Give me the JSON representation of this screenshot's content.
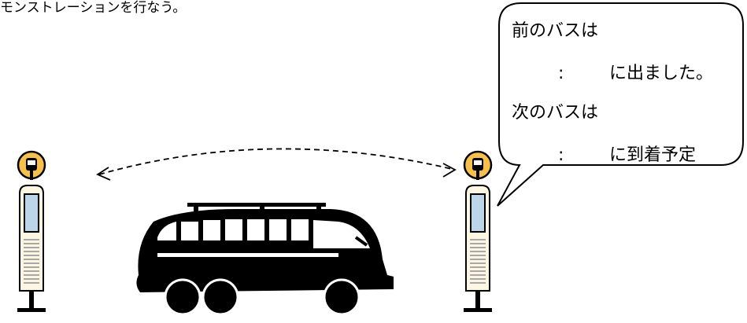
{
  "caption": "モンストレーションを行なう。",
  "bubble": {
    "line1": "前のバスは",
    "line2_colon": ":",
    "line2_text": "に出ました。",
    "line3": "次のバスは",
    "line4_colon": ":",
    "line4_text": "に到着予定"
  },
  "colors": {
    "stroke": "#000000",
    "sign_fill": "#f7c04a",
    "pole_fill": "#fdf6e3",
    "panel_fill": "#bcd5e8",
    "timetable_lines": "#a8a8a8",
    "bus": "#000000"
  },
  "icons": [
    "bus-stop-left-icon",
    "bus-stop-right-icon",
    "bus-icon",
    "double-arrow-icon"
  ]
}
